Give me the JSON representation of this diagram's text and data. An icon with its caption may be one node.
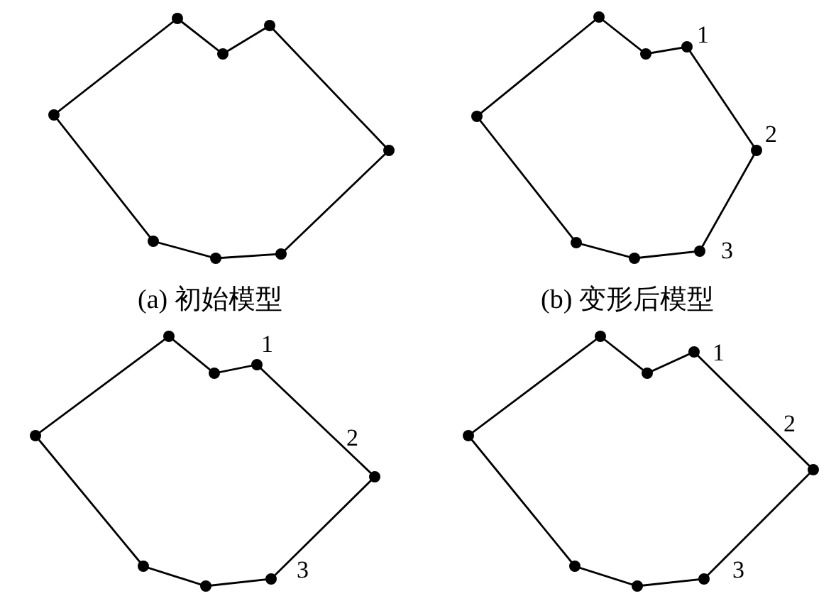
{
  "diagram": {
    "labels": [
      "(a) 初始模型",
      "1",
      "2",
      "3",
      "(b) 变形后模型",
      "1",
      "2",
      "3",
      "1",
      "2",
      "3"
    ]
  }
}
